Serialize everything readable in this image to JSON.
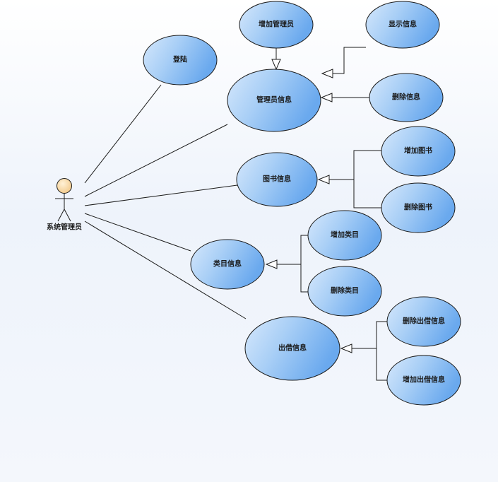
{
  "diagram": {
    "actor": {
      "label": "系统管理员"
    },
    "use_cases": {
      "login": "登陆",
      "admin_info": "管理员信息",
      "add_admin": "增加管理员",
      "show_info": "显示信息",
      "delete_info": "删除信息",
      "book_info": "图书信息",
      "add_book": "增加图书",
      "delete_book": "删除图书",
      "category_info": "类目信息",
      "add_category": "增加类目",
      "delete_category": "删除类目",
      "borrow_info": "出借信息",
      "delete_borrow_info": "删除出借信息",
      "add_borrow_info": "增加出借信息"
    },
    "colors": {
      "ellipse_light": "#d2e6fb",
      "ellipse_mid": "#a7cdf4",
      "ellipse_dark": "#6fadf0",
      "ellipse_stroke": "#1b1b1b",
      "actor_head": "#f7d9a3",
      "line": "#1b1b1b"
    }
  }
}
